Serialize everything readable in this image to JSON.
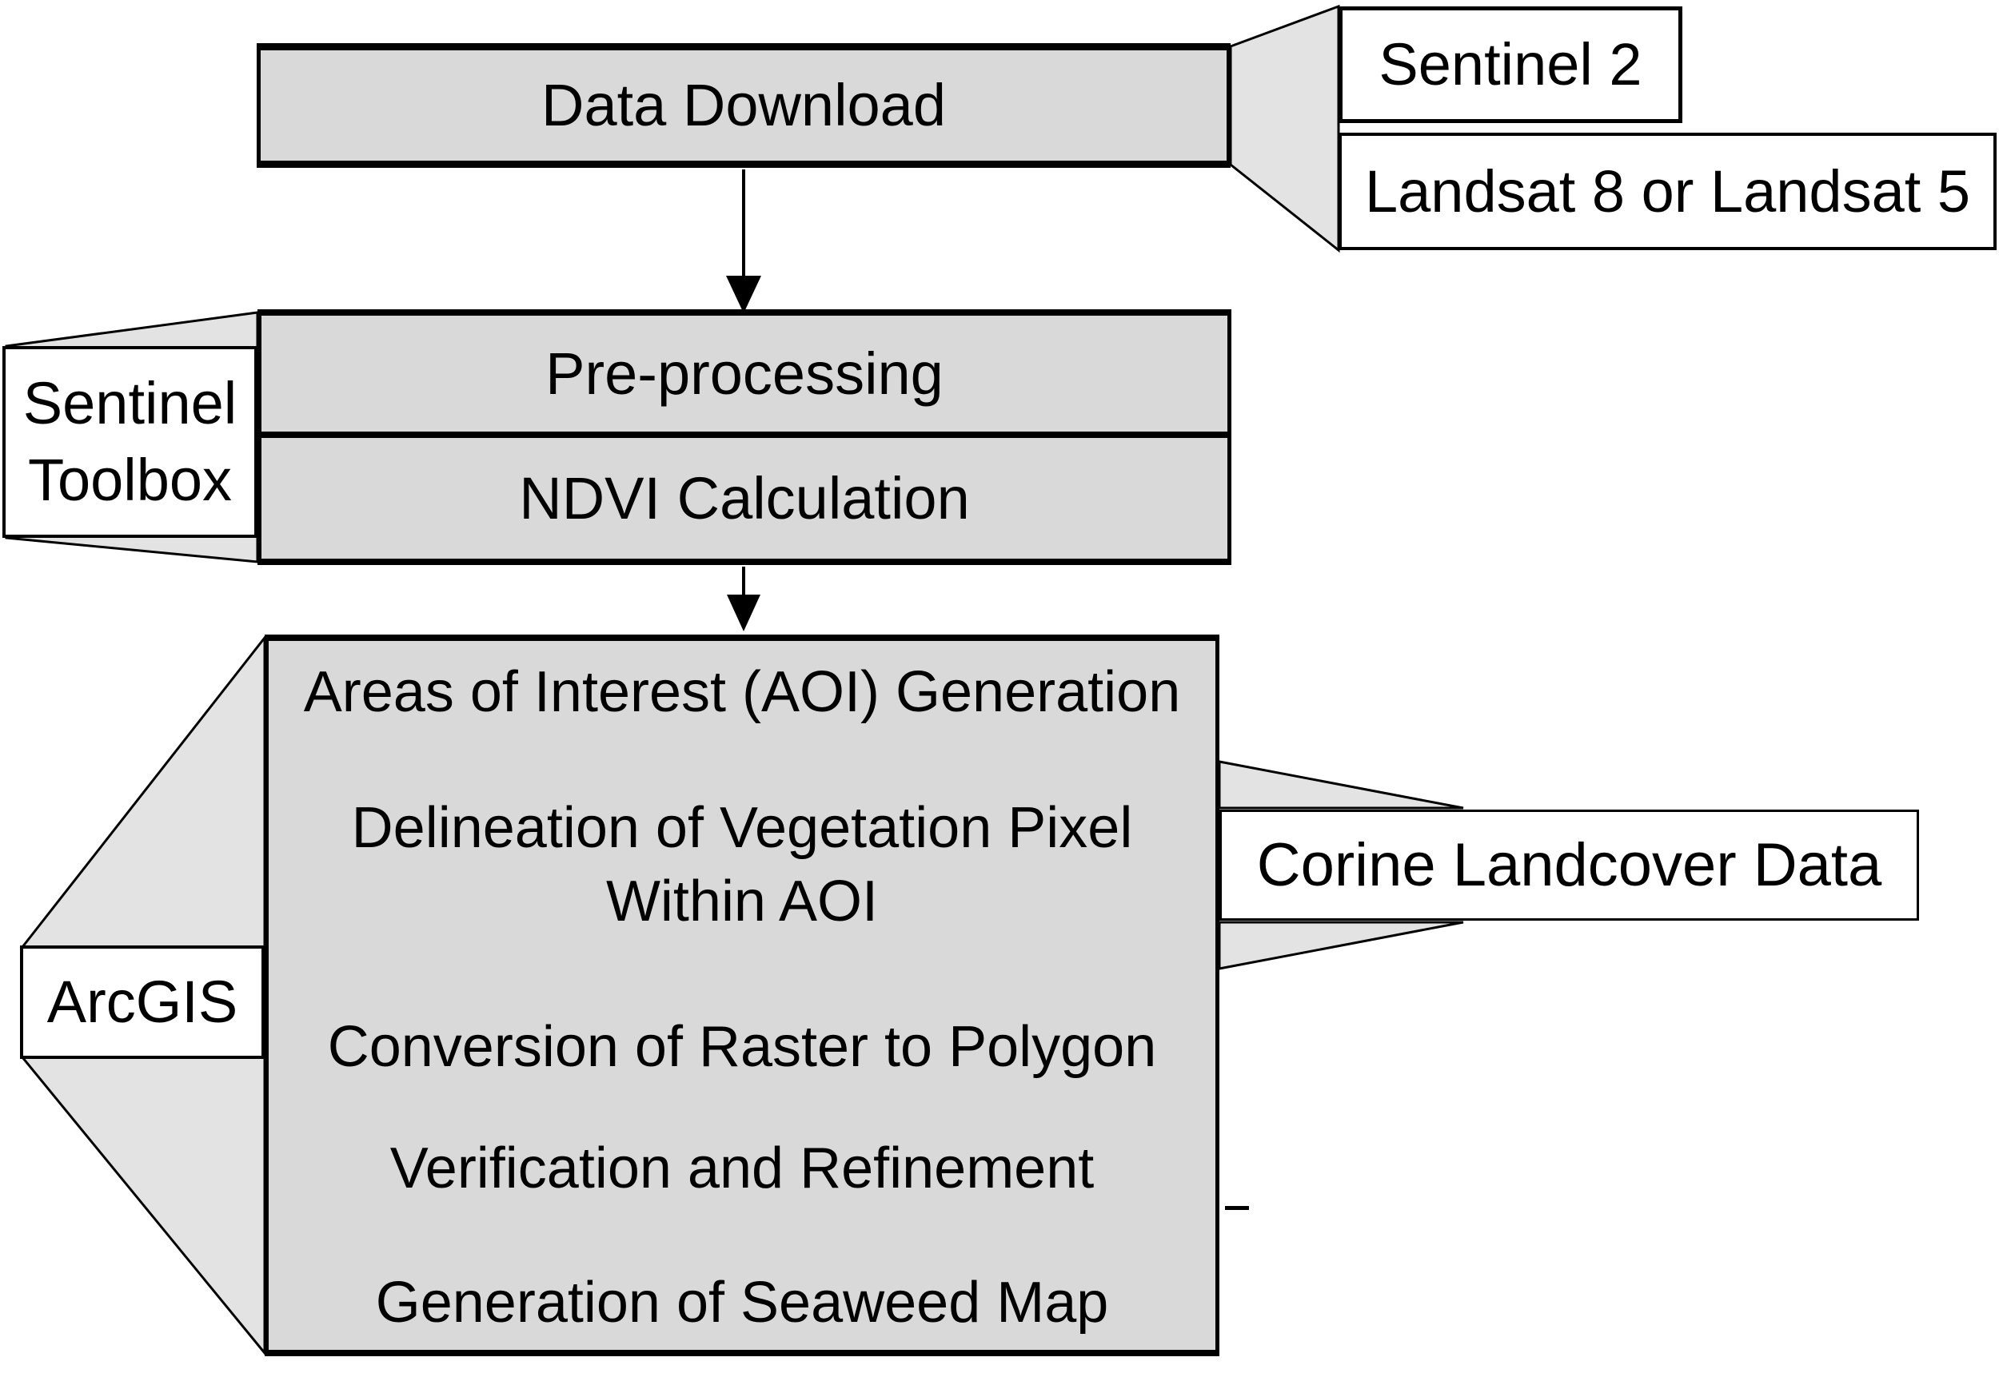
{
  "nodes": {
    "data_download": "Data Download",
    "sentinel2": "Sentinel 2",
    "landsat": "Landsat 8 or Landsat 5",
    "preprocessing": "Pre-processing",
    "ndvi": "NDVI Calculation",
    "toolbox": {
      "lines": [
        "Sentinel",
        "Toolbox"
      ]
    },
    "arcgis": "ArcGIS",
    "corine": "Corine Landcover Data",
    "workflow": [
      {
        "lines": [
          "Areas of Interest (AOI) Generation"
        ]
      },
      {
        "lines": [
          "Delineation of Vegetation Pixel",
          "Within AOI"
        ]
      },
      {
        "lines": [
          "Conversion of Raster to Polygon"
        ]
      },
      {
        "lines": [
          "Verification and Refinement"
        ]
      },
      {
        "lines": [
          "Generation of Seaweed Map"
        ]
      }
    ]
  },
  "colors": {
    "box_fill": "#d9d9d9",
    "funnel_fill": "#e3e3e3",
    "label_fill": "#ffffff",
    "border": "#000000",
    "background": "#ffffff"
  }
}
